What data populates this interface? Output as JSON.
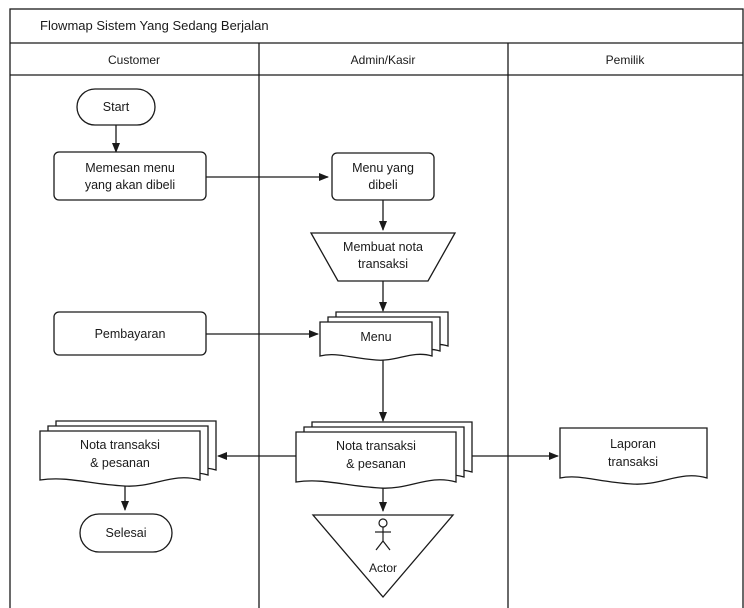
{
  "diagram": {
    "title": "Flowmap Sistem Yang Sedang Berjalan",
    "lanes": {
      "customer": "Customer",
      "admin": "Admin/Kasir",
      "pemilik": "Pemilik"
    },
    "nodes": {
      "start": "Start",
      "memesan_line1": "Memesan menu",
      "memesan_line2": "yang akan dibeli",
      "menu_dibeli_line1": "Menu yang",
      "menu_dibeli_line2": "dibeli",
      "membuat_nota_line1": "Membuat nota",
      "membuat_nota_line2": "transaksi",
      "pembayaran": "Pembayaran",
      "menu_doc": "Menu",
      "nota_customer_line1": "Nota transaksi",
      "nota_customer_line2": "& pesanan",
      "nota_admin_line1": "Nota transaksi",
      "nota_admin_line2": "& pesanan",
      "laporan_line1": "Laporan",
      "laporan_line2": "transaksi",
      "selesai": "Selesai",
      "actor": "Actor"
    }
  },
  "colors": {
    "stroke": "#1a1a1a",
    "fill": "#ffffff"
  }
}
